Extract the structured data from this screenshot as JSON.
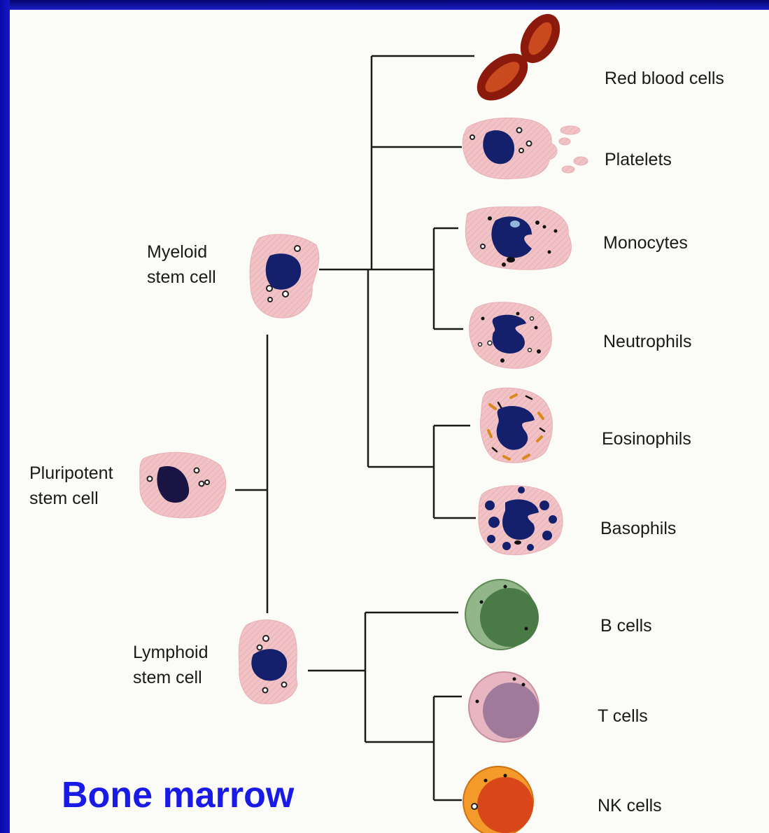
{
  "colors": {
    "frame": "#0d0fb8",
    "cell_body": "#f2c3c6",
    "nucleus": "#14206b",
    "rbc": "#8c1a0c",
    "b_cell": "#7aa56b",
    "t_cell": "#a47a9a",
    "nk_cell": "#e0551a",
    "caption": "#1a1ae6"
  },
  "stem_cells": {
    "myeloid": "Myeloid\nstem cell",
    "pluripotent": "Pluripotent\nstem cell",
    "lymphoid": "Lymphoid\nstem cell"
  },
  "cells": {
    "rbc": "Red blood cells",
    "platelets": "Platelets",
    "monocytes": "Monocytes",
    "neutrophils": "Neutrophils",
    "eosinophils": "Eosinophils",
    "basophils": "Basophils",
    "b_cells": "B cells",
    "t_cells": "T cells",
    "nk_cells": "NK cells"
  },
  "caption": "Bone marrow"
}
